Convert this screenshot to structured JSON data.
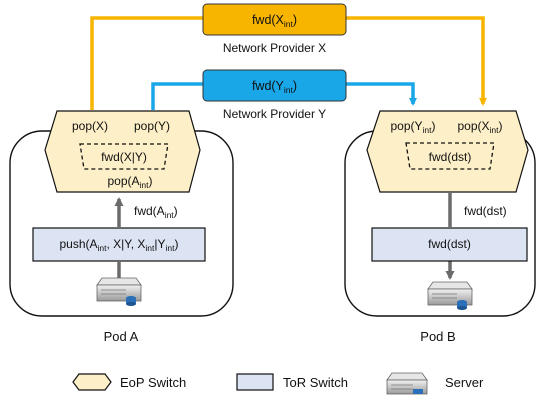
{
  "providers": {
    "x": {
      "box_label": "fwd(X",
      "box_sub": "int",
      "box_close": ")",
      "caption": "Network Provider X",
      "color": "#f7b500"
    },
    "y": {
      "box_label": "fwd(Y",
      "box_sub": "int",
      "box_close": ")",
      "caption": "Network Provider Y",
      "color": "#1aa7e8"
    }
  },
  "pod_a": {
    "caption": "Pod A",
    "eop": {
      "pop_x": "pop(X)",
      "pop_y": "pop(Y)",
      "fwd_xy": "fwd(X|Y)",
      "pop_a_main": "pop(A",
      "pop_a_sub": "int",
      "pop_a_close": ")"
    },
    "arrow_label_main": "fwd(A",
    "arrow_label_sub": "int",
    "arrow_label_close": ")",
    "tor": {
      "t1": "push(A",
      "s1": "int",
      "t2": ", X|Y, X",
      "s2": "int",
      "t3": "|Y",
      "s3": "int",
      "t4": ")"
    }
  },
  "pod_b": {
    "caption": "Pod B",
    "eop": {
      "pop_y_main": "pop(Y",
      "pop_y_sub": "int",
      "pop_y_close": ")",
      "pop_x_main": "pop(X",
      "pop_x_sub": "int",
      "pop_x_close": ")",
      "fwd": "fwd(dst)"
    },
    "arrow_label": "fwd(dst)",
    "tor": {
      "label": "fwd(dst)"
    }
  },
  "legend": {
    "eop": "EoP Switch",
    "tor": "ToR Switch",
    "server": "Server"
  },
  "colors": {
    "eop_fill": "#fdefc8",
    "tor_fill": "#dce3f3",
    "arrow_gray": "#6b6b6b"
  }
}
